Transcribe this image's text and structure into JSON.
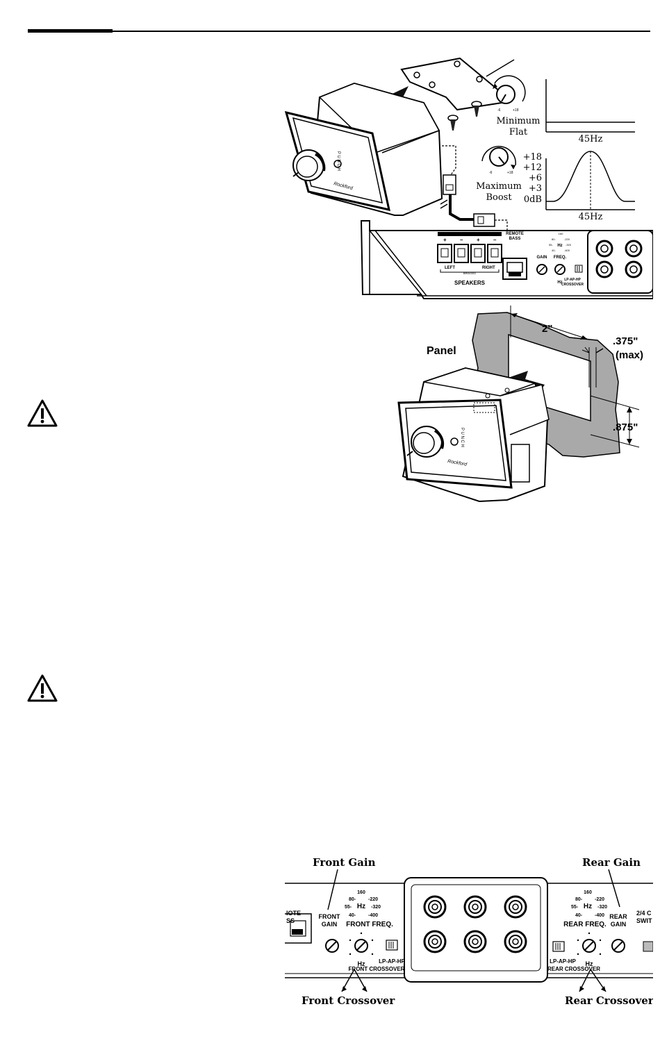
{
  "colors": {
    "ink": "#000000",
    "panel_gray": "#a9a9a9",
    "paper": "#ffffff"
  },
  "icons": {
    "warning": "warning-triangle-icon"
  },
  "figure_bass": {
    "remote_label_lines": [
      "REMOTE",
      "BASS"
    ],
    "speakers_label": "SPEAKERS",
    "left_label": "LEFT",
    "right_label": "RIGHT",
    "bridged_label": "BRIDGED",
    "terminal_signs": [
      "+",
      "–",
      "+",
      "–"
    ],
    "gain_label": "GAIN",
    "freq_label": "FREQ.",
    "hz_label": "Hz",
    "freq_scale": [
      "160",
      "80-",
      "-220",
      "55-",
      "-320",
      "40-",
      "-400"
    ],
    "crossover_lines": [
      "LP-AP-HP",
      "CROSSOVER"
    ],
    "brand_vertical": "P U N C H",
    "knob_small_labels": [
      "-6",
      "+18"
    ],
    "min_title": [
      "Minimum",
      "Flat"
    ],
    "max_title": [
      "Maximum",
      "Boost"
    ],
    "boost_levels": [
      "+18",
      "+12",
      "+6",
      "+3",
      "0dB"
    ],
    "freq_min": "45Hz",
    "freq_max": "45Hz"
  },
  "figure_panel": {
    "panel_label": "Panel",
    "dim_depth": "2\"",
    "dim_thickness": [
      ".375\"",
      "(max)"
    ],
    "dim_height": ".875\""
  },
  "figure_crossover": {
    "callouts": {
      "front_gain": "Front Gain",
      "rear_gain": "Rear Gain",
      "front_crossover": "Front Crossover",
      "rear_crossover": "Rear Crossover"
    },
    "partial_remote": [
      "IOTE",
      "SS"
    ],
    "front": {
      "gain_lines": [
        "FRONT",
        "GAIN"
      ],
      "freq": "FRONT FREQ.",
      "crossover_lines": [
        "LP-AP-HP",
        "FRONT CROSSOVER"
      ]
    },
    "rear": {
      "gain_lines": [
        "REAR",
        "GAIN"
      ],
      "freq": "REAR FREQ.",
      "crossover_lines": [
        "LP-AP-HP",
        "REAR CROSSOVER"
      ]
    },
    "hz_label": "Hz",
    "freq_scale": [
      "160",
      "80-",
      "-220",
      "55-",
      "Hz",
      "-320",
      "40-",
      "-400"
    ],
    "switch_partial": [
      "2/4 C",
      "SWIT"
    ]
  }
}
